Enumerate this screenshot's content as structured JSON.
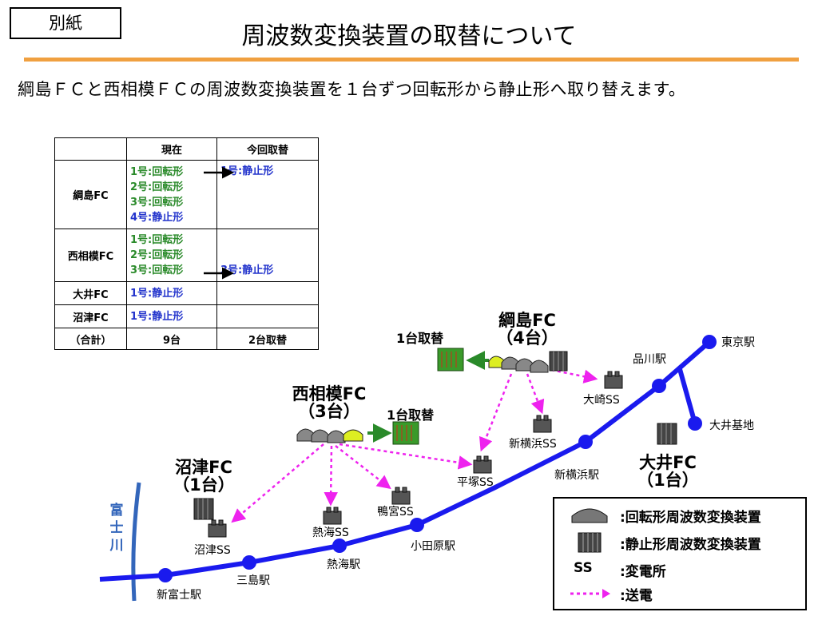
{
  "header": {
    "tag": "別紙",
    "title": "周波数変換装置の取替について",
    "subtitle": "綱島ＦＣと西相模ＦＣの周波数変換装置を１台ずつ回転形から静止形へ取り替えます。"
  },
  "table": {
    "headers": [
      "",
      "現在",
      "今回取替"
    ],
    "rows": {
      "tsunashima": {
        "name": "綱島FC",
        "now": [
          "1号:回転形",
          "2号:回転形",
          "3号:回転形",
          "4号:静止形"
        ],
        "new": "1号:静止形"
      },
      "nishisagami": {
        "name": "西相模FC",
        "now": [
          "1号:回転形",
          "2号:回転形",
          "3号:回転形"
        ],
        "new": "3号:静止形"
      },
      "oi": {
        "name": "大井FC",
        "now": [
          "1号:静止形"
        ],
        "new": ""
      },
      "numazu": {
        "name": "沼津FC",
        "now": [
          "1号:静止形"
        ],
        "new": ""
      },
      "total": {
        "name": "（合計）",
        "now": "9台",
        "new": "2台取替"
      }
    }
  },
  "map": {
    "fc": {
      "tsunashima": {
        "name": "綱島FC",
        "count": "（4台）",
        "replace": "1台取替"
      },
      "nishisagami": {
        "name": "西相模FC",
        "count": "（3台）",
        "replace": "1台取替"
      },
      "numazu": {
        "name": "沼津FC",
        "count": "（1台）"
      },
      "oi": {
        "name": "大井FC",
        "count": "（1台）"
      }
    },
    "stations": {
      "tokyo": "東京駅",
      "shinagawa": "品川駅",
      "oi_depot": "大井基地",
      "shin_yokohama": "新横浜駅",
      "odawara": "小田原駅",
      "atami": "熱海駅",
      "mishima": "三島駅",
      "shin_fuji": "新富士駅"
    },
    "substations": {
      "osaki": "大崎SS",
      "shin_yokohama": "新横浜SS",
      "hiratsuka": "平塚SS",
      "kamomiya": "鴨宮SS",
      "atami": "熱海SS",
      "numazu": "沼津SS"
    },
    "river": "富士川"
  },
  "legend": {
    "rotary": ":回転形周波数変換装置",
    "static": ":静止形周波数変換装置",
    "ss_symbol": "SS",
    "ss": ":変電所",
    "transmission": ":送電"
  },
  "colors": {
    "rail": "#1a1aee",
    "river": "#3366bb",
    "arrow_pink": "#ee22ee",
    "green_text": "#2a8a2a",
    "blue_text": "#2233cc",
    "rule": "#f0a040",
    "static_new": "#3a9a2a"
  }
}
